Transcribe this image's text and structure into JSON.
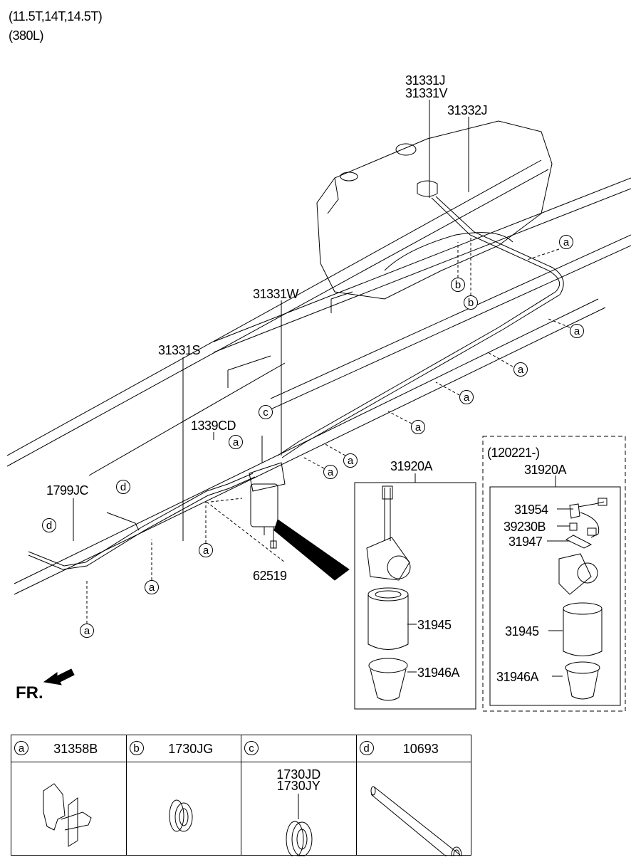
{
  "header": {
    "variant": "(11.5T,14T,14.5T)",
    "capacity": "(380L)"
  },
  "labels": {
    "p31331J": "31331J",
    "p31331V": "31331V",
    "p31332J": "31332J",
    "p31331W": "31331W",
    "p31331S": "31331S",
    "p1339CD": "1339CD",
    "p1799JC": "1799JC",
    "p62519": "62519",
    "assy1": "31920A",
    "assy1_filter": "31945",
    "assy1_bowl": "31946A",
    "assy2_date": "(120221-)",
    "assy2": "31920A",
    "assy2_sensor": "31954",
    "assy2_oring": "39230B",
    "assy2_bracket": "31947",
    "assy2_filter": "31945",
    "assy2_bowl": "31946A",
    "front": "FR."
  },
  "callouts": [
    "a",
    "a",
    "a",
    "a",
    "a",
    "a",
    "a",
    "a",
    "a",
    "a",
    "a",
    "b",
    "b",
    "c",
    "d",
    "d"
  ],
  "legend": [
    {
      "letter": "a",
      "part": "31358B"
    },
    {
      "letter": "b",
      "part": "1730JG"
    },
    {
      "letter": "c",
      "part": "",
      "sub": [
        "1730JD",
        "1730JY"
      ]
    },
    {
      "letter": "d",
      "part": "10693"
    }
  ]
}
